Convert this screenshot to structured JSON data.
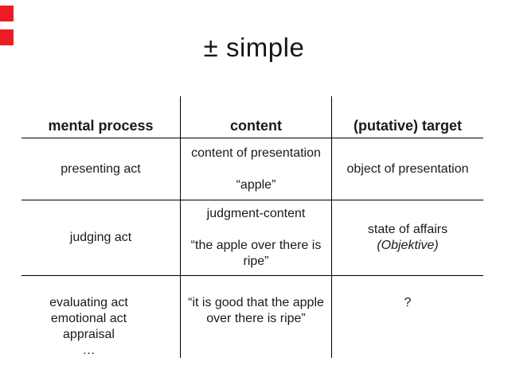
{
  "slide": {
    "title": "± simple",
    "colors": {
      "background": "#ffffff",
      "text": "#1a1a1a",
      "table_lines": "#000000",
      "marker_red": "#ED1C24"
    },
    "markers": [
      "red-square",
      "red-square"
    ],
    "table": {
      "headers": [
        "mental process",
        "content",
        "(putative) target"
      ],
      "rows": [
        {
          "process": [
            "presenting act"
          ],
          "content": [
            "content of presentation",
            "“apple”"
          ],
          "target": [
            "object of presentation"
          ]
        },
        {
          "process": [
            "judging act"
          ],
          "content": [
            "judgment-content",
            "“the apple over there is ripe”"
          ],
          "target": [
            "state of affairs",
            "(Objektive)"
          ]
        },
        {
          "process": [
            "evaluating act",
            "emotional act",
            "appraisal",
            "…"
          ],
          "content": [
            "“it is good that the apple over there is ripe”"
          ],
          "target": [
            "?"
          ]
        }
      ]
    }
  }
}
